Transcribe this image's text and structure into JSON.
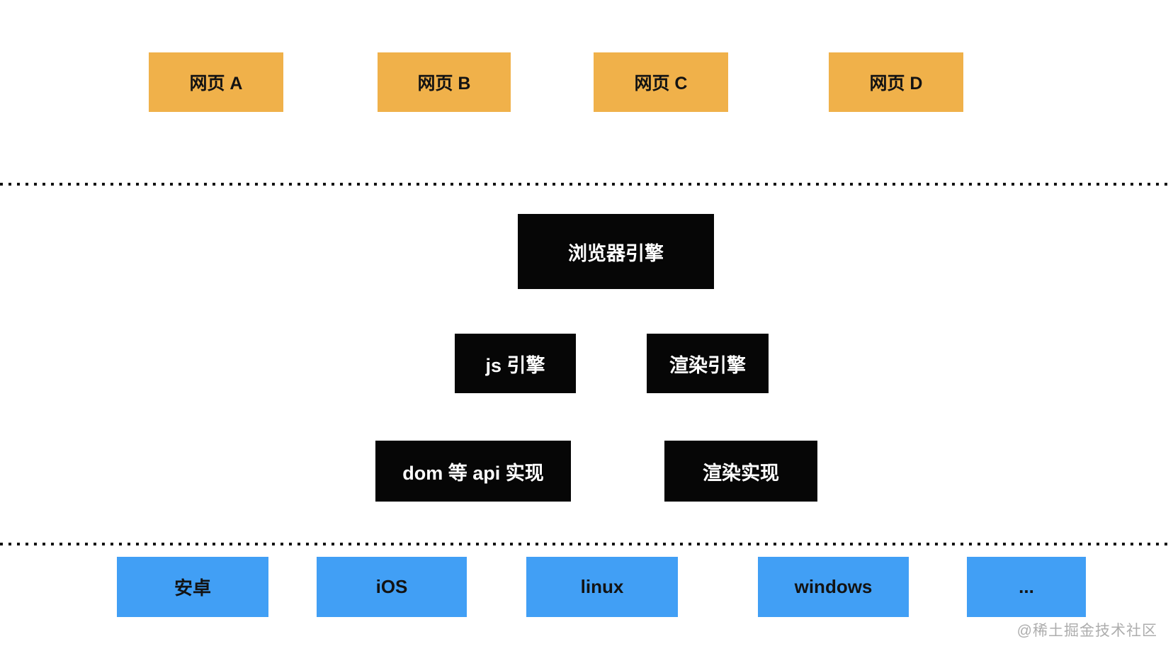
{
  "diagram": {
    "webpages": [
      {
        "label": "网页 A"
      },
      {
        "label": "网页 B"
      },
      {
        "label": "网页 C"
      },
      {
        "label": "网页 D"
      }
    ],
    "browser_engine": {
      "label": "浏览器引擎"
    },
    "engines": [
      {
        "label": "js 引擎"
      },
      {
        "label": "渲染引擎"
      }
    ],
    "implementations": [
      {
        "label": "dom 等 api 实现"
      },
      {
        "label": "渲染实现"
      }
    ],
    "platforms": [
      {
        "label": "安卓"
      },
      {
        "label": "iOS"
      },
      {
        "label": "linux"
      },
      {
        "label": "windows"
      },
      {
        "label": "..."
      }
    ],
    "watermark": "@稀土掘金技术社区",
    "colors": {
      "webpage_box": "#F0B14A",
      "engine_box": "#060606",
      "platform_box": "#419FF5",
      "text_dark": "#131313",
      "text_light": "#ffffff",
      "watermark": "#ADADAD",
      "dotted_line": "#111111"
    }
  }
}
